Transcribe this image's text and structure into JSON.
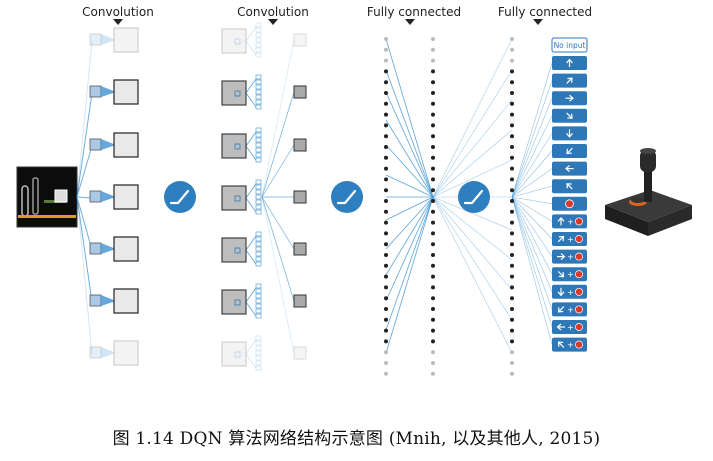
{
  "headers": {
    "conv1": "Convolution",
    "conv2": "Convolution",
    "fc1": "Fully connected",
    "fc2": "Fully connected"
  },
  "actions": {
    "no_input": "No input",
    "items": [
      {
        "key": "up",
        "fire": false
      },
      {
        "key": "up-right",
        "fire": false
      },
      {
        "key": "right",
        "fire": false
      },
      {
        "key": "down-right",
        "fire": false
      },
      {
        "key": "down",
        "fire": false
      },
      {
        "key": "down-left",
        "fire": false
      },
      {
        "key": "left",
        "fire": false
      },
      {
        "key": "up-left",
        "fire": false
      },
      {
        "key": "fire",
        "fire": true
      },
      {
        "key": "up",
        "fire": true
      },
      {
        "key": "up-right",
        "fire": true
      },
      {
        "key": "right",
        "fire": true
      },
      {
        "key": "down-right",
        "fire": true
      },
      {
        "key": "down",
        "fire": true
      },
      {
        "key": "down-left",
        "fire": true
      },
      {
        "key": "left",
        "fire": true
      },
      {
        "key": "up-left",
        "fire": true
      }
    ]
  },
  "icons": {
    "activation": "relu-activation-icon",
    "controller": "joystick-icon",
    "input": "game-screen"
  },
  "colors": {
    "accent": "#2e7fbf",
    "action_bg": "#2f78b7",
    "fire": "#d83a2e",
    "arrow": "#4a9ad6"
  },
  "caption": "图  1.14 DQN 算法网络结构示意图  (Mnih,  以及其他人, 2015)"
}
